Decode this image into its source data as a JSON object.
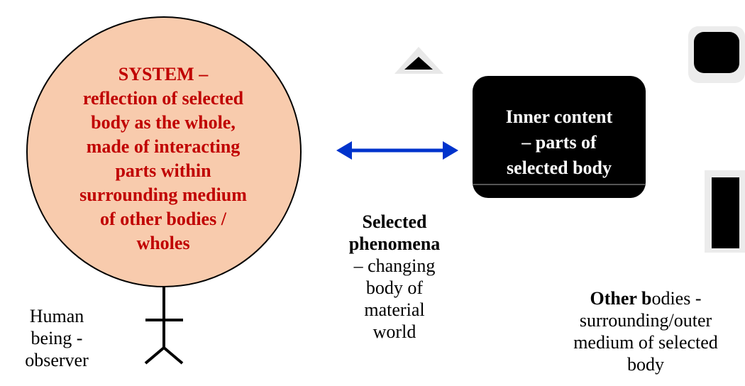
{
  "system": {
    "lines": [
      "SYSTEM –",
      "reflection of selected",
      "body as the whole,",
      "made of  interacting",
      "parts within",
      "surrounding medium",
      "of other bodies /",
      "wholes"
    ]
  },
  "inner_content": {
    "lines": [
      "Inner content",
      "– parts  of",
      "selected body"
    ]
  },
  "selected_phenomena": {
    "bold_line1": "Selected",
    "bold_line2": "phenomena",
    "rest": [
      "– changing",
      "body of",
      "material",
      "world"
    ]
  },
  "observer": {
    "lines": [
      "Human",
      "being -",
      "observer"
    ]
  },
  "other_bodies": {
    "bold_part1": "Other b",
    "normal_part1": "odies -",
    "rest": [
      "surrounding/outer",
      "medium of selected",
      "body"
    ]
  },
  "colors": {
    "circle_fill": "#f8cbad",
    "system_text": "#c00000",
    "arrow": "#0033cc",
    "box": "#000000"
  }
}
